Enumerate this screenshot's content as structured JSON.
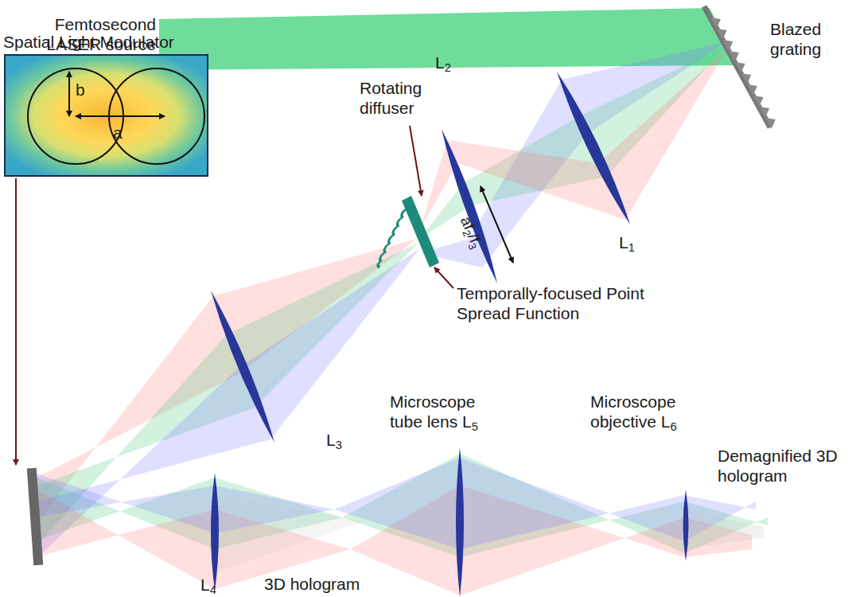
{
  "diagram": {
    "nodes": [
      {
        "text": [
          "Spatial Light Modulator",
          "b",
          "a"
        ]
      }
    ],
    "labels": [
      "Femtosecond LASER source",
      "Blazed grating",
      "Rotating diffuser",
      "L2",
      "af2/f3",
      "L1",
      "Temporally-focused Point Spread Function",
      "L3",
      "L4",
      "3D hologram",
      "Microscope tube lens L5",
      "Microscope objective L6",
      "Demagnified 3D hologram"
    ]
  }
}
